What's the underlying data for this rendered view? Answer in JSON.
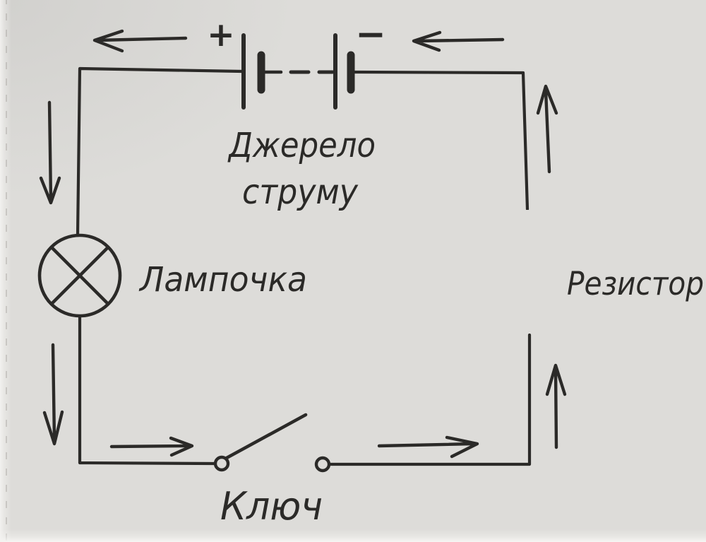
{
  "colors": {
    "paper": "#dddcd9",
    "ink": "#2b2a28",
    "perforation": "#b5b2ae"
  },
  "circuit": {
    "power_source": {
      "label_line1": "Джерело",
      "label_line2": "струму",
      "polarity_plus": "+",
      "polarity_minus": "−"
    },
    "lamp": {
      "label": "Лампочка"
    },
    "resistor": {
      "label": "Резистор"
    },
    "switch": {
      "label": "Ключ",
      "state": "open"
    },
    "current_direction": "counterclockwise"
  }
}
